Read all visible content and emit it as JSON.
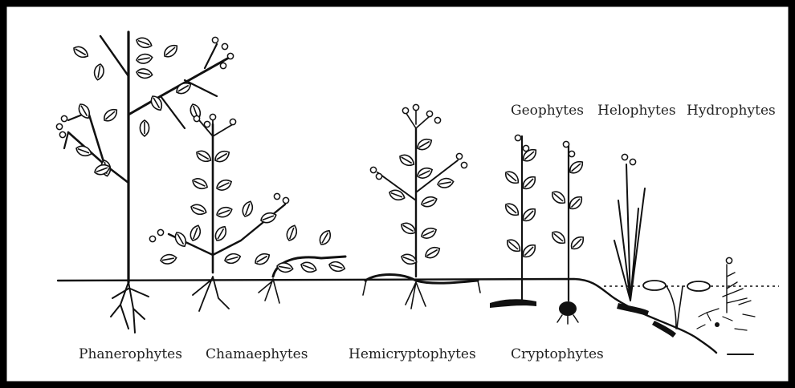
{
  "labels": {
    "phanerophytes": "Phanerophytes",
    "chamaephytes": "Chamaephytes",
    "hemicryptophytes": "Hemicryptophytes",
    "cryptophytes": "Cryptophytes",
    "geophytes": "Geophytes",
    "helophytes": "Helophytes",
    "hydrophytes": "Hydrophytes"
  }
}
